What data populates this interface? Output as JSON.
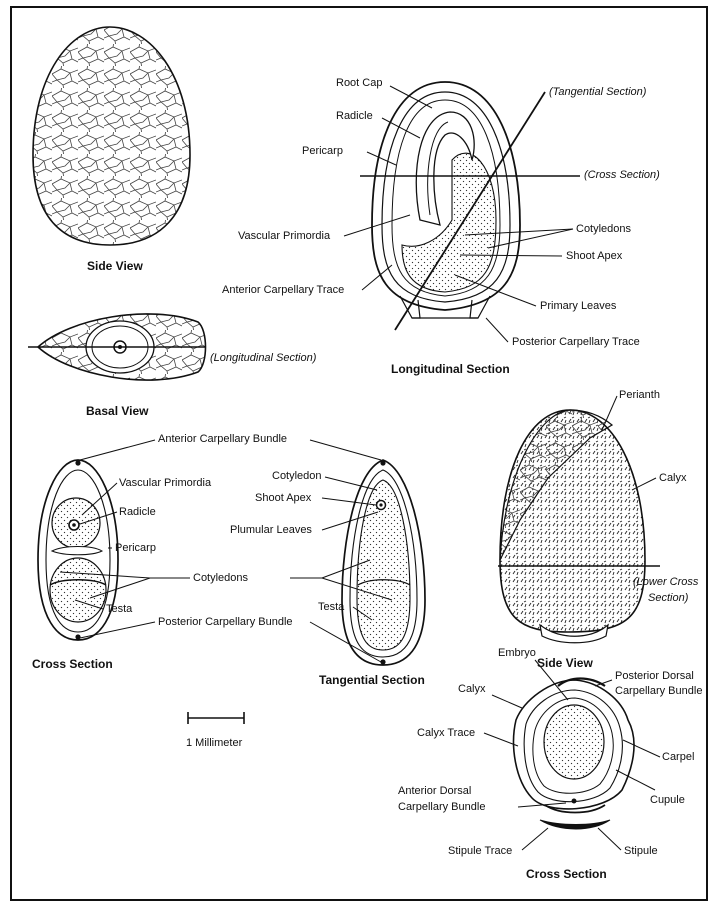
{
  "figure": {
    "titles": {
      "side_view_top": "Side View",
      "basal_view": "Basal View",
      "longitudinal_section": "Longitudinal Section",
      "cross_section_left": "Cross Section",
      "tangential_section": "Tangential Section",
      "side_view_right": "Side View",
      "cross_section_right": "Cross Section"
    },
    "section_notes": {
      "tangential": "(Tangential Section)",
      "cross": "(Cross Section)",
      "longitudinal": "(Longitudinal Section)",
      "lower_cross_1": "(Lower Cross",
      "lower_cross_2": "Section)"
    },
    "longitudinal_labels": {
      "root_cap": "Root Cap",
      "radicle": "Radicle",
      "pericarp": "Pericarp",
      "vascular_primordia": "Vascular Primordia",
      "anterior_carpellary_trace": "Anterior Carpellary Trace",
      "cotyledons": "Cotyledons",
      "shoot_apex": "Shoot Apex",
      "primary_leaves": "Primary Leaves",
      "posterior_carpellary_trace": "Posterior Carpellary Trace"
    },
    "cross_tangential_labels": {
      "anterior_carpellary_bundle": "Anterior Carpellary Bundle",
      "vascular_primordia": "Vascular Primordia",
      "radicle": "Radicle",
      "pericarp": "Pericarp",
      "cotyledons": "Cotyledons",
      "testa_left": "Testa",
      "testa_right": "Testa",
      "cotyledon": "Cotyledon",
      "shoot_apex": "Shoot Apex",
      "plumular_leaves": "Plumular Leaves",
      "posterior_carpellary_bundle": "Posterior Carpellary Bundle"
    },
    "side_view_right_labels": {
      "perianth": "Perianth",
      "calyx": "Calyx"
    },
    "cross_section_right_labels": {
      "embryo": "Embryo",
      "posterior_dorsal_1": "Posterior Dorsal",
      "posterior_dorsal_2": "Carpellary Bundle",
      "calyx": "Calyx",
      "calyx_trace": "Calyx Trace",
      "carpel": "Carpel",
      "cupule": "Cupule",
      "anterior_dorsal_1": "Anterior Dorsal",
      "anterior_dorsal_2": "Carpellary Bundle",
      "stipule_trace": "Stipule Trace",
      "stipule": "Stipule"
    },
    "scale_bar": {
      "label": "1 Millimeter"
    }
  }
}
